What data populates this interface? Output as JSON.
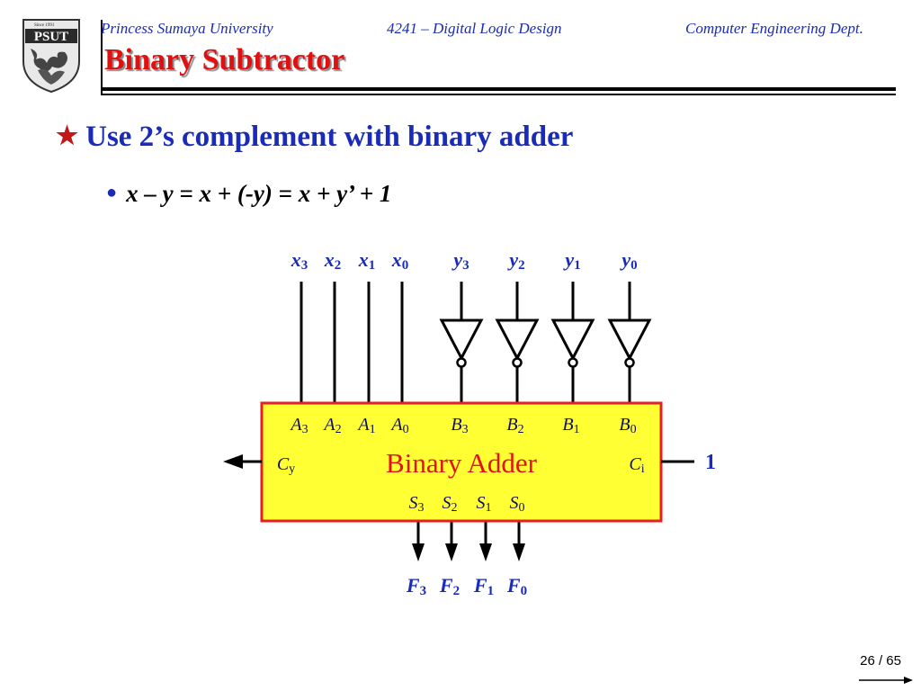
{
  "header": {
    "university": "Princess Sumaya University",
    "course": "4241 – Digital Logic Design",
    "department": "Computer Engineering Dept.",
    "logo_text": "PSUT",
    "logo_since": "Since 1991"
  },
  "slide": {
    "title": "Binary Subtractor",
    "bullet1": "Use 2’s complement with binary adder",
    "bullet2": "x – y = x + (-y) = x + y’ + 1",
    "page": "26 / 65"
  },
  "diagram": {
    "top_x_inputs": [
      {
        "base": "x",
        "sub": "3"
      },
      {
        "base": "x",
        "sub": "2"
      },
      {
        "base": "x",
        "sub": "1"
      },
      {
        "base": "x",
        "sub": "0"
      }
    ],
    "top_y_inputs": [
      {
        "base": "y",
        "sub": "3"
      },
      {
        "base": "y",
        "sub": "2"
      },
      {
        "base": "y",
        "sub": "1"
      },
      {
        "base": "y",
        "sub": "0"
      }
    ],
    "a_pins": [
      {
        "base": "A",
        "sub": "3"
      },
      {
        "base": "A",
        "sub": "2"
      },
      {
        "base": "A",
        "sub": "1"
      },
      {
        "base": "A",
        "sub": "0"
      }
    ],
    "b_pins": [
      {
        "base": "B",
        "sub": "3"
      },
      {
        "base": "B",
        "sub": "2"
      },
      {
        "base": "B",
        "sub": "1"
      },
      {
        "base": "B",
        "sub": "0"
      }
    ],
    "s_pins": [
      {
        "base": "S",
        "sub": "3"
      },
      {
        "base": "S",
        "sub": "2"
      },
      {
        "base": "S",
        "sub": "1"
      },
      {
        "base": "S",
        "sub": "0"
      }
    ],
    "outputs": [
      {
        "base": "F",
        "sub": "3"
      },
      {
        "base": "F",
        "sub": "2"
      },
      {
        "base": "F",
        "sub": "1"
      },
      {
        "base": "F",
        "sub": "0"
      }
    ],
    "adder_label": "Binary Adder",
    "carry_out": {
      "base": "C",
      "sub": "y"
    },
    "carry_in": {
      "base": "C",
      "sub": "i"
    },
    "carry_in_value": "1",
    "colors": {
      "box_fill": "#ffff33",
      "box_stroke": "#e62020",
      "label_blue": "#1a2bb8",
      "adder_text": "#e61010"
    }
  }
}
